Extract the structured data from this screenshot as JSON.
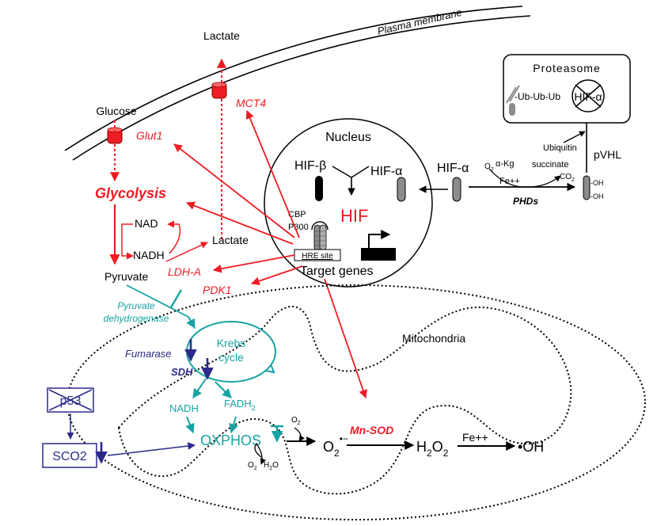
{
  "colors": {
    "red": "#ee1c24",
    "teal": "#16a3a3",
    "blue": "#2b2a8c",
    "black": "#000000",
    "grey": "#8c8c8c"
  },
  "labels": {
    "plasma_membrane": "Plasma membrane",
    "lactate_top": "Lactate",
    "glucose": "Glucose",
    "glut1": "Glut1",
    "mct4": "MCT4",
    "glycolysis": "Glycolysis",
    "nad": "NAD",
    "nadh_cyto": "NADH",
    "lactate_mid": "Lactate",
    "pyruvate": "Pyruvate",
    "ldh_a": "LDH-A",
    "pdk1": "PDK1",
    "pdh_line1": "Pyruvate",
    "pdh_line2": "dehydrogenase",
    "fumarase": "Fumarase",
    "sdh": "SDH",
    "krebs_line1": "Krebs",
    "krebs_line2": "cycle",
    "nadh_mito": "NADH",
    "fadh2": "FADH",
    "fadh2_sub": "2",
    "oxphos": "OXPHOS",
    "o2_small": "O",
    "o2_small_sub": "2",
    "o2_bottom": "O",
    "o2_bottom_sub": "2",
    "h2o_bottom": "H",
    "h2o_bottom_sub": "2",
    "h2o_bottom_tail": "O",
    "superoxide": "O",
    "superoxide_sub": "2",
    "superoxide_sup": "•−",
    "mn_sod": "Mn-SOD",
    "h2o2_h": "H",
    "h2o2_sub1": "2",
    "h2o2_o": "O",
    "h2o2_sub2": "2",
    "fe_bottom": "Fe++",
    "hydroxyl": "•OH",
    "mitochondria": "Mitochondria",
    "p53": "p53",
    "sco2": "SCO2",
    "nucleus": "Nucleus",
    "hif_beta": "HIF-β",
    "hif_alpha_nuc": "HIF-α",
    "hif": "HIF",
    "cbp": "CBP",
    "p300": "P300",
    "hre_site": "HRE site",
    "target_genes": "Target genes",
    "hif_alpha_cyto": "HIF-α",
    "o2_phd": "O",
    "o2_phd_sub": "2",
    "alpha_kg": "α-Kg",
    "fe_phd": "Fe++",
    "succinate": "succinate",
    "co2": "CO",
    "co2_sub": "2",
    "phds": "PHDs",
    "oh1": "-OH",
    "oh2": "-OH",
    "ubiquitin": "Ubiquitin",
    "pvhl": "pVHL",
    "proteasome": "Proteasome",
    "ub_chain": "-Ub-Ub-Ub",
    "hif_alpha_prot": "HIF-α"
  }
}
